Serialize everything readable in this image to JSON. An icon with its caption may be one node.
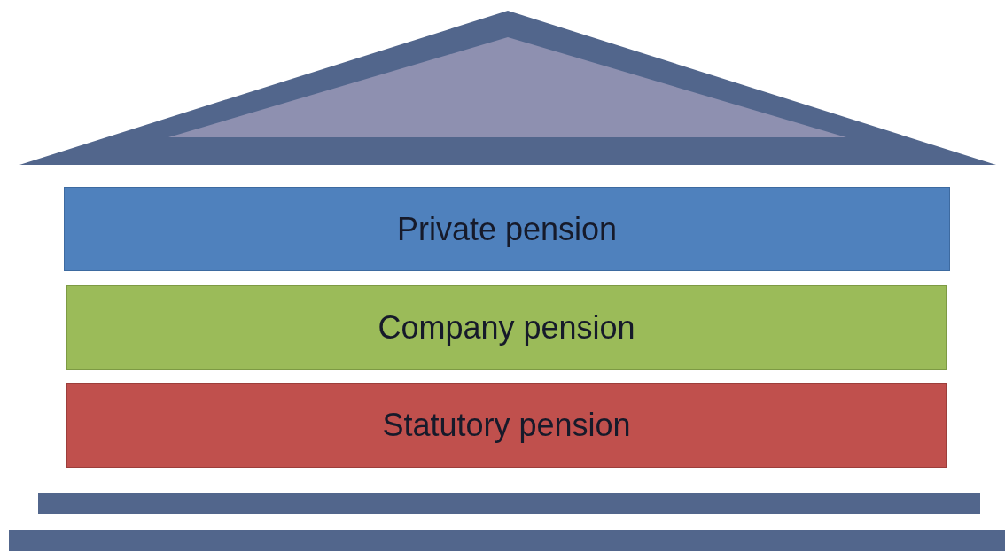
{
  "diagram": {
    "nodes": [
      {
        "text": [
          "Private pension"
        ]
      },
      {
        "text": [
          "Company pension"
        ]
      },
      {
        "text": [
          "Statutory pension"
        ]
      }
    ]
  }
}
